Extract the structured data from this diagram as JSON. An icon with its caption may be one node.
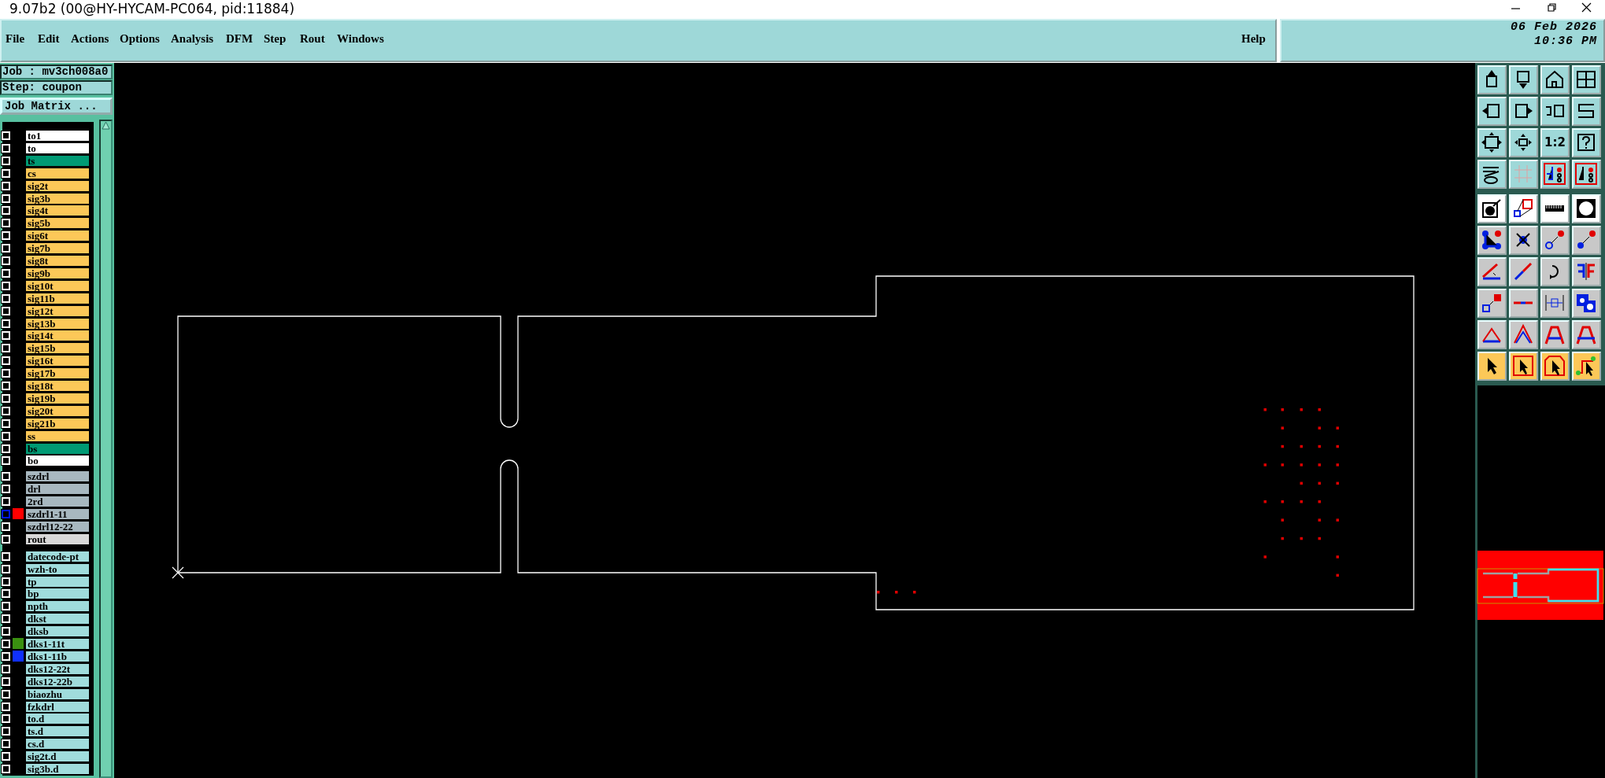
{
  "diagram": {
    "title": "9.07b2 (00@HY-HYCAM-PC064, pid:11884)",
    "labels": [
      "File",
      "Edit",
      "Actions",
      "Options",
      "Analysis",
      "DFM",
      "Step",
      "Rout",
      "Windows",
      "Help",
      "06 Feb 2026",
      "10:36 PM",
      "Job : mv3ch008a0",
      "Step: coupon",
      "Job Matrix ...",
      "to1",
      "to",
      "ts",
      "cs",
      "sig2t",
      "sig3b",
      "sig4t",
      "sig5b",
      "sig6t",
      "sig7b",
      "sig8t",
      "sig9b",
      "sig10t",
      "sig11b",
      "sig12t",
      "sig13b",
      "sig14t",
      "sig15b",
      "sig16t",
      "sig17b",
      "sig18t",
      "sig19b",
      "sig20t",
      "sig21b",
      "ss",
      "bs",
      "bo",
      "szdrl",
      "drl",
      "2rd",
      "szdrl1-11",
      "szdrl12-22",
      "rout",
      "datecode-pt",
      "wzh-to",
      "tp",
      "bp",
      "npth",
      "dkst",
      "dksb",
      "dks1-11t",
      "dks1-11b",
      "dks12-22t",
      "dks12-22b",
      "biaozhu",
      "fzkdrl",
      "to.d",
      "ts.d",
      "cs.d",
      "sig2t.d",
      "sig3b.d",
      "1:2"
    ]
  }
}
